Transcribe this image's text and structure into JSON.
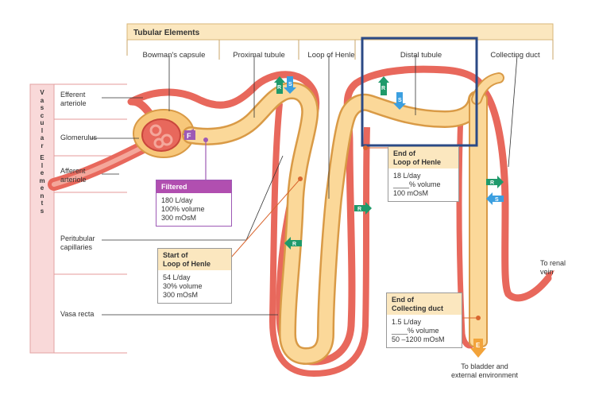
{
  "header": {
    "title": "Tubular Elements",
    "columns": [
      "Bowman's capsule",
      "Proximal tubule",
      "Loop of Henle",
      "Distal tubule",
      "Collecting duct"
    ]
  },
  "vascular": {
    "title": "Vascular Elements",
    "letters": [
      "V",
      "a",
      "s",
      "c",
      "u",
      "l",
      "a",
      "r",
      "E",
      "l",
      "e",
      "m",
      "e",
      "n",
      "t",
      "s"
    ]
  },
  "labels": {
    "efferent": [
      "Efferent",
      "arteriole"
    ],
    "glomerulus": "Glomerulus",
    "afferent": [
      "Afferent",
      "arteriole"
    ],
    "peritubular": [
      "Peritubular",
      "capillaries"
    ],
    "vasa_recta": "Vasa recta",
    "renal_vein": [
      "To renal",
      "vein"
    ],
    "bladder": [
      "To bladder and",
      "external environment"
    ]
  },
  "badges": {
    "F": "F",
    "R": "R",
    "S": "S",
    "E": "E"
  },
  "boxes": {
    "filtered": {
      "title": "Filtered",
      "lines": [
        "180 L/day",
        "100% volume",
        "300 mOsM"
      ]
    },
    "start_loop": {
      "title": [
        "Start of",
        "Loop of Henle"
      ],
      "lines": [
        "54 L/day",
        "30% volume",
        "300 mOsM"
      ]
    },
    "end_loop": {
      "title": [
        "End of",
        "Loop of Henle"
      ],
      "lines": [
        "18 L/day",
        "____% volume",
        "100 mOsM"
      ]
    },
    "end_collecting": {
      "title": [
        "End of",
        "Collecting duct"
      ],
      "lines": [
        "1.5 L/day",
        "____% volume",
        "50 –1200 mOsM"
      ]
    }
  },
  "colors": {
    "vessel": "#e8685c",
    "vessel_light": "#f4a79b",
    "tubule": "#f7c77a",
    "tubule_light": "#fde4b4",
    "header_bg": "#fbe7bf",
    "vascular_bg": "#f9d9d9",
    "reabsorb": "#1f9a6b",
    "secrete": "#3b9fe0",
    "filter": "#9d59b5",
    "highlight": "#2b4a86"
  }
}
